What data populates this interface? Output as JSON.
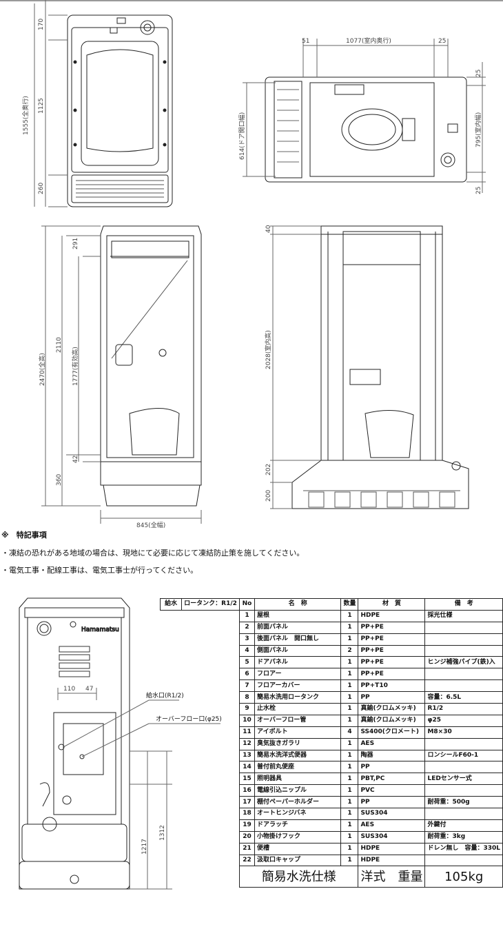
{
  "top_view": {
    "dims": [
      "170",
      "1125",
      "260",
      "1555(全奥行)"
    ]
  },
  "plan_view": {
    "dims": [
      "51",
      "1077(室内奥行)",
      "25",
      "25",
      "795(室内幅)",
      "25",
      "614(ドア開口幅)"
    ]
  },
  "front_view": {
    "dims": [
      "291",
      "2110",
      "1777(有効高)",
      "2470(全高)",
      "42",
      "360",
      "845(全幅)"
    ]
  },
  "side_view": {
    "dims": [
      "40",
      "2028(室内高)",
      "202",
      "200"
    ]
  },
  "notes": {
    "heading": "※　特記事項",
    "line1": "・凍結の恐れがある地域の場合は、現地にて必要に応じて凍結防止策を施してください。",
    "line2": "・電気工事・配線工事は、電気工事士が行ってください。"
  },
  "rear_view": {
    "brand": "Hamamatsu",
    "dim_110": "110",
    "dim_47": "47",
    "label_supply": "給水口(R1/2)",
    "label_overflow": "オーバーフロー口(φ25)",
    "dim_1217": "1217",
    "dim_1312": "1312"
  },
  "supply": {
    "label": "給水",
    "value": "ロータンク：R1/2"
  },
  "parts_table": {
    "headers": {
      "no": "No",
      "name": "名　称",
      "qty": "数量",
      "material": "材　質",
      "remarks": "備　考"
    },
    "rows": [
      {
        "no": "1",
        "name": "屋根",
        "qty": "1",
        "material": "HDPE",
        "remarks": "採光仕様"
      },
      {
        "no": "2",
        "name": "前面パネル",
        "qty": "1",
        "material": "PP+PE",
        "remarks": ""
      },
      {
        "no": "3",
        "name": "後面パネル　開口無し",
        "qty": "1",
        "material": "PP+PE",
        "remarks": ""
      },
      {
        "no": "4",
        "name": "側面パネル",
        "qty": "2",
        "material": "PP+PE",
        "remarks": ""
      },
      {
        "no": "5",
        "name": "ドアパネル",
        "qty": "1",
        "material": "PP+PE",
        "remarks": "ヒンジ補強パイプ(鉄)入"
      },
      {
        "no": "6",
        "name": "フロアー",
        "qty": "1",
        "material": "PP+PE",
        "remarks": ""
      },
      {
        "no": "7",
        "name": "フロアーカバー",
        "qty": "1",
        "material": "PP+T10",
        "remarks": ""
      },
      {
        "no": "8",
        "name": "簡易水洗用ロータンク",
        "qty": "1",
        "material": "PP",
        "remarks": "容量：6.5L"
      },
      {
        "no": "9",
        "name": "止水栓",
        "qty": "1",
        "material": "真鍮(クロムメッキ)",
        "remarks": "R1/2"
      },
      {
        "no": "10",
        "name": "オーバーフロー管",
        "qty": "1",
        "material": "真鍮(クロムメッキ)",
        "remarks": "φ25"
      },
      {
        "no": "11",
        "name": "アイボルト",
        "qty": "4",
        "material": "SS400(クロメート)",
        "remarks": "M8×30"
      },
      {
        "no": "12",
        "name": "臭気抜きガラリ",
        "qty": "1",
        "material": "AES",
        "remarks": ""
      },
      {
        "no": "13",
        "name": "簡易水洗洋式便器",
        "qty": "1",
        "material": "陶器",
        "remarks": "ロンシールF60-1"
      },
      {
        "no": "14",
        "name": "普付前丸便座",
        "qty": "1",
        "material": "PP",
        "remarks": ""
      },
      {
        "no": "15",
        "name": "照明器具",
        "qty": "1",
        "material": "PBT,PC",
        "remarks": "LEDセンサー式"
      },
      {
        "no": "16",
        "name": "電線引込ニップル",
        "qty": "1",
        "material": "PVC",
        "remarks": ""
      },
      {
        "no": "17",
        "name": "棚付ペーパーホルダー",
        "qty": "1",
        "material": "PP",
        "remarks": "耐荷重：500g"
      },
      {
        "no": "18",
        "name": "オートヒンジバネ",
        "qty": "1",
        "material": "SUS304",
        "remarks": ""
      },
      {
        "no": "19",
        "name": "ドアラッチ",
        "qty": "1",
        "material": "AES",
        "remarks": "外鍵付"
      },
      {
        "no": "20",
        "name": "小物掛けフック",
        "qty": "1",
        "material": "SUS304",
        "remarks": "耐荷重：3kg"
      },
      {
        "no": "21",
        "name": "便槽",
        "qty": "1",
        "material": "HDPE",
        "remarks": "ドレン無し　容量：330L"
      },
      {
        "no": "22",
        "name": "汲取口キャップ",
        "qty": "1",
        "material": "HDPE",
        "remarks": ""
      }
    ],
    "footer": {
      "spec": "簡易水洗仕様",
      "type": "洋式",
      "weight_label": "重量",
      "weight": "105kg"
    }
  }
}
